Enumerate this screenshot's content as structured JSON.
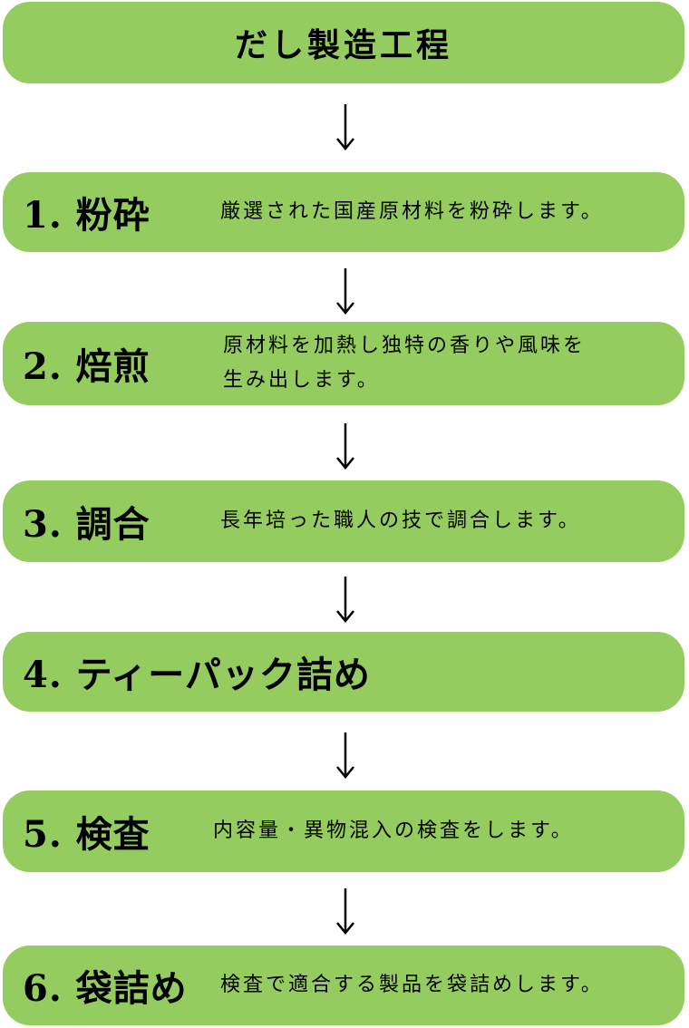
{
  "title": "だし製造工程",
  "colors": {
    "box_fill": "#95cc5f",
    "text": "#000000",
    "arrow": "#000000"
  },
  "steps": [
    {
      "label": "1. 粉砕",
      "description": [
        "厳選された国産原材料を粉砕します。"
      ]
    },
    {
      "label": "2. 焙煎",
      "description": [
        "原材料を加熱し独特の香りや風味を",
        "生み出します。"
      ]
    },
    {
      "label": "3. 調合",
      "description": [
        "長年培った職人の技で調合します。"
      ]
    },
    {
      "label": "4. ティーパック詰め",
      "description": []
    },
    {
      "label": "5. 検査",
      "description": [
        "内容量・異物混入の検査をします。"
      ]
    },
    {
      "label": "6. 袋詰め",
      "description": [
        "検査で適合する製品を袋詰めします。"
      ]
    }
  ]
}
